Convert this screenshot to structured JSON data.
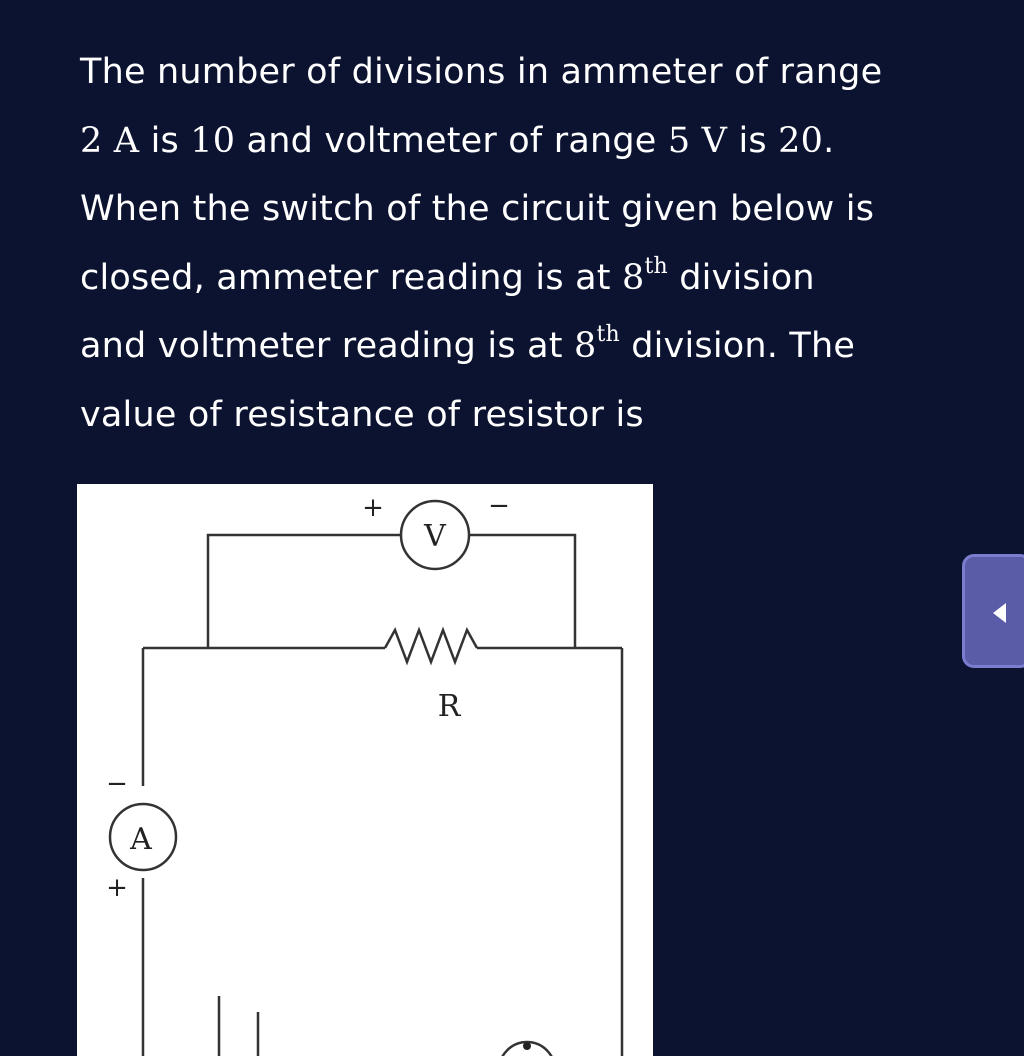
{
  "question": {
    "line1": "The number of divisions in ammeter of range",
    "l2_a": "2 A",
    "l2_b": " is ",
    "l2_c": "10",
    "l2_d": " and voltmeter of range ",
    "l2_e": "5 V",
    "l2_f": " is ",
    "l2_g": "20",
    "l2_h": ".",
    "line3": "When the switch of the circuit given below is",
    "l4_a": "closed, ammeter reading is at ",
    "l4_b": "8",
    "l4_c": "th",
    "l4_d": " division",
    "l5_a": "and voltmeter reading is at ",
    "l5_b": "8",
    "l5_c": "th",
    "l5_d": " division. The",
    "line6": "value of resistance of resistor is"
  },
  "circuit": {
    "voltmeter_symbol": "V",
    "voltmeter_plus": "+",
    "voltmeter_minus": "−",
    "resistor_label": "R",
    "ammeter_symbol": "A",
    "ammeter_minus": "−",
    "ammeter_plus": "+"
  },
  "side_button": {
    "icon": "triangle-left-icon"
  },
  "colors": {
    "background": "#0c1330",
    "text": "#ffffff",
    "figure_bg": "#ffffff",
    "button_fill": "#5b5ca8",
    "button_border": "#7b7dd0"
  }
}
